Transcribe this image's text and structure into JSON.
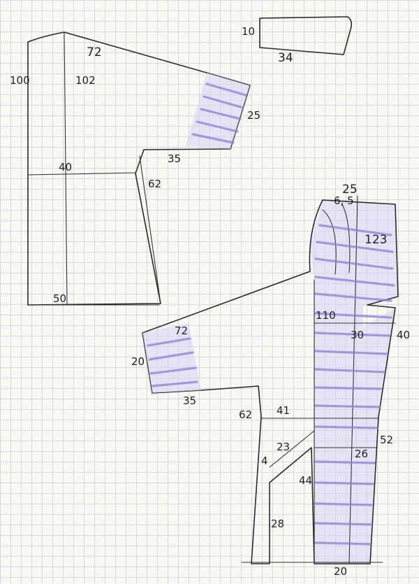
{
  "back_piece": {
    "labels": {
      "shoulder_slope": "72",
      "side_height": "100",
      "center_height": "102",
      "chest_width": "40",
      "side_slant": "62",
      "hem_width": "50",
      "cuff_depth": "25",
      "cuff_width": "35"
    }
  },
  "collar_piece": {
    "labels": {
      "height": "10",
      "width": "34"
    }
  },
  "front_piece": {
    "labels": {
      "top_width": "25",
      "top_marks": "6, 5",
      "top_height": "123",
      "waist_height": "110",
      "waist_width": "30",
      "waist_slant": "40",
      "hip_depth": "52",
      "lower_width": "26",
      "bottom_width": "20",
      "left_cuff_label": "72",
      "left_cuff_depth": "20",
      "left_cuff_width": "35",
      "side_label": "62",
      "side_width": "41",
      "pocket_slope": "23",
      "pocket_small": "4",
      "pocket_depth": "44",
      "pocket_lower": "28"
    }
  },
  "colors": {
    "ink": "#2a2a2a",
    "stripe": "#8a80d6",
    "paper": "#f8f8f5",
    "grid": "#d7d9dc"
  }
}
